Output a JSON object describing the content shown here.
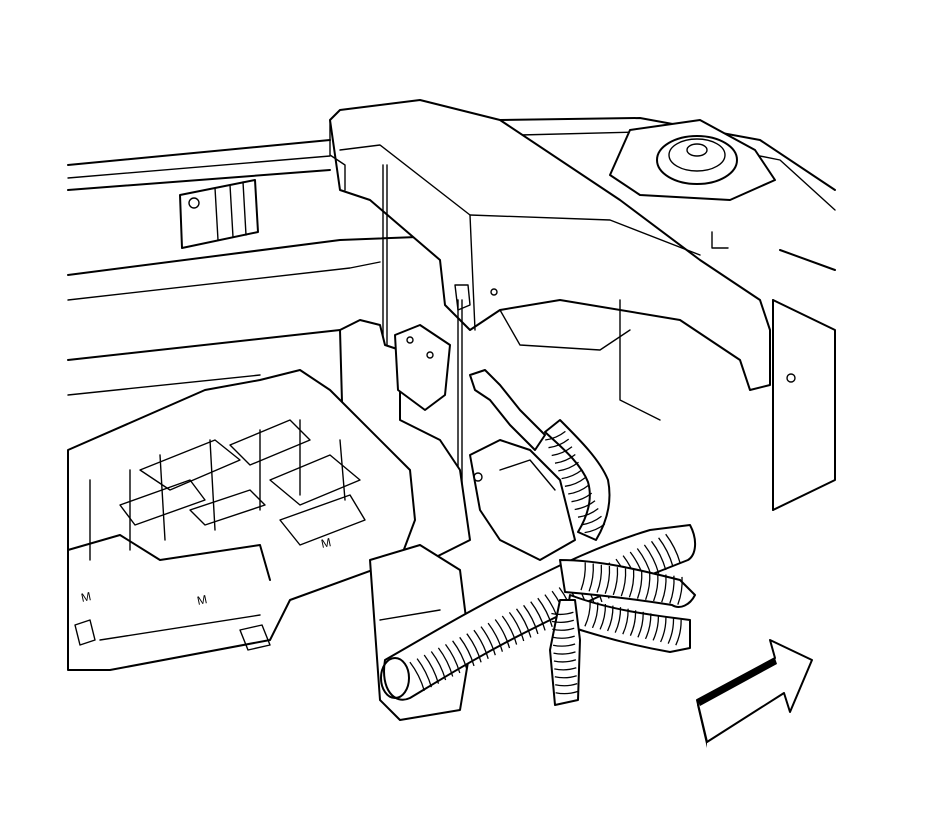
{
  "diagram": {
    "background": "#ffffff",
    "line_color": "#000000",
    "components": [
      {
        "id": "fender-panel",
        "icon": "body-panel"
      },
      {
        "id": "fuse-relay-box",
        "icon": "electrical-center"
      },
      {
        "id": "relay-block",
        "icon": "relay"
      },
      {
        "id": "fuse-block-cover",
        "icon": "cover"
      },
      {
        "id": "wiring-harness",
        "icon": "harness"
      },
      {
        "id": "strut-tower",
        "icon": "strut-mount"
      },
      {
        "id": "direction-arrow",
        "icon": "forward-arrow"
      }
    ],
    "embossed_marks": [
      "M",
      "M",
      "M"
    ]
  }
}
